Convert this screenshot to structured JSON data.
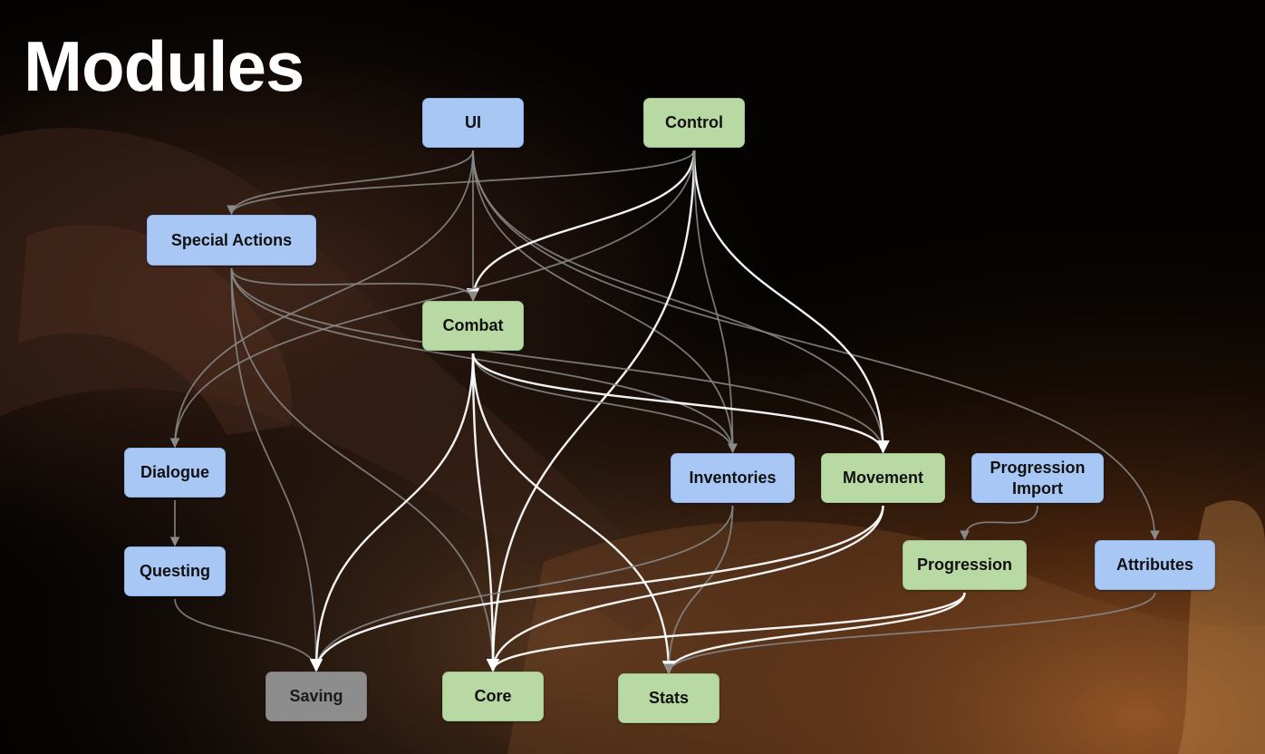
{
  "title": "Modules",
  "colors": {
    "blue": "#a9c7f5",
    "green": "#b8d9a4",
    "gray": "#8d8d8d",
    "edge_dim": "#8a8a8a",
    "edge_bright": "#ffffff"
  },
  "nodes": {
    "ui": "UI",
    "control": "Control",
    "special_actions": "Special Actions",
    "combat": "Combat",
    "dialogue": "Dialogue",
    "questing": "Questing",
    "inventories": "Inventories",
    "movement": "Movement",
    "progression_import": "Progression\nImport",
    "progression": "Progression",
    "attributes": "Attributes",
    "saving": "Saving",
    "core": "Core",
    "stats": "Stats"
  },
  "node_colors": {
    "ui": "blue",
    "control": "green",
    "special_actions": "blue",
    "combat": "green",
    "dialogue": "blue",
    "questing": "blue",
    "inventories": "blue",
    "movement": "green",
    "progression_import": "blue",
    "progression": "green",
    "attributes": "blue",
    "saving": "gray",
    "core": "green",
    "stats": "green"
  },
  "edges": [
    {
      "from": "ui",
      "to": "special_actions",
      "style": "dim"
    },
    {
      "from": "ui",
      "to": "combat",
      "style": "dim"
    },
    {
      "from": "ui",
      "to": "dialogue",
      "style": "dim"
    },
    {
      "from": "ui",
      "to": "inventories",
      "style": "dim"
    },
    {
      "from": "ui",
      "to": "movement",
      "style": "dim"
    },
    {
      "from": "ui",
      "to": "attributes",
      "style": "dim"
    },
    {
      "from": "control",
      "to": "special_actions",
      "style": "dim"
    },
    {
      "from": "control",
      "to": "combat",
      "style": "bright"
    },
    {
      "from": "control",
      "to": "movement",
      "style": "bright"
    },
    {
      "from": "control",
      "to": "core",
      "style": "bright"
    },
    {
      "from": "control",
      "to": "inventories",
      "style": "dim"
    },
    {
      "from": "control",
      "to": "dialogue",
      "style": "dim"
    },
    {
      "from": "special_actions",
      "to": "combat",
      "style": "dim"
    },
    {
      "from": "special_actions",
      "to": "inventories",
      "style": "dim"
    },
    {
      "from": "special_actions",
      "to": "movement",
      "style": "dim"
    },
    {
      "from": "special_actions",
      "to": "saving",
      "style": "dim"
    },
    {
      "from": "special_actions",
      "to": "core",
      "style": "dim"
    },
    {
      "from": "combat",
      "to": "inventories",
      "style": "dim"
    },
    {
      "from": "combat",
      "to": "movement",
      "style": "bright"
    },
    {
      "from": "combat",
      "to": "saving",
      "style": "bright"
    },
    {
      "from": "combat",
      "to": "core",
      "style": "bright"
    },
    {
      "from": "combat",
      "to": "stats",
      "style": "bright"
    },
    {
      "from": "dialogue",
      "to": "questing",
      "style": "dim"
    },
    {
      "from": "questing",
      "to": "saving",
      "style": "dim"
    },
    {
      "from": "inventories",
      "to": "saving",
      "style": "dim"
    },
    {
      "from": "inventories",
      "to": "stats",
      "style": "dim"
    },
    {
      "from": "movement",
      "to": "saving",
      "style": "bright"
    },
    {
      "from": "movement",
      "to": "core",
      "style": "bright"
    },
    {
      "from": "progression_import",
      "to": "progression",
      "style": "dim"
    },
    {
      "from": "progression",
      "to": "core",
      "style": "bright"
    },
    {
      "from": "progression",
      "to": "stats",
      "style": "bright"
    },
    {
      "from": "attributes",
      "to": "stats",
      "style": "dim"
    }
  ]
}
